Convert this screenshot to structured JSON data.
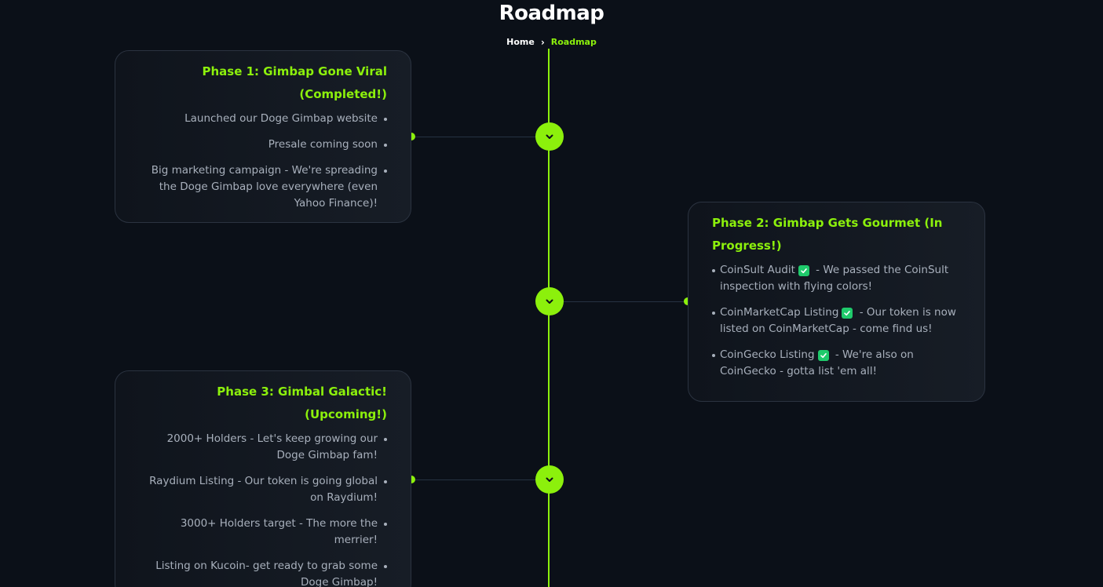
{
  "page": {
    "title": "Roadmap"
  },
  "breadcrumb": {
    "home": "Home",
    "separator": "›",
    "current": "Roadmap"
  },
  "colors": {
    "accent": "#8cf00c",
    "background": "#0b1018",
    "card_border": "#2b3340",
    "check": "#1fca6b",
    "text_muted": "#a8b0bc"
  },
  "icons": {
    "node": "chevron-down-icon",
    "check": "check-box-icon"
  },
  "phases": [
    {
      "title": "Phase 1: Gimbap Gone Viral (Completed!)",
      "items": [
        {
          "text": "Launched our Doge Gimbap website"
        },
        {
          "text": "Presale coming soon"
        },
        {
          "text": "Big marketing campaign - We're spreading the Doge Gimbap love everywhere (even Yahoo Finance)!"
        }
      ]
    },
    {
      "title": "Phase 2: Gimbap Gets Gourmet (In Progress!)",
      "items": [
        {
          "before": "CoinSult Audit",
          "after": " - We passed the CoinSult inspection with flying colors!"
        },
        {
          "before": "CoinMarketCap Listing",
          "after": " - Our token is now listed on CoinMarketCap - come find us!"
        },
        {
          "before": "CoinGecko Listing",
          "after": " - We're also on CoinGecko - gotta list 'em all!"
        }
      ]
    },
    {
      "title": "Phase 3: Gimbal Galactic! (Upcoming!)",
      "items": [
        {
          "text": "2000+ Holders - Let's keep growing our Doge Gimbap fam!"
        },
        {
          "text": "Raydium Listing - Our token is going global on Raydium!"
        },
        {
          "text": "3000+ Holders target - The more the merrier!"
        },
        {
          "text": "Listing on Kucoin- get ready to grab some Doge Gimbap!"
        }
      ]
    }
  ]
}
